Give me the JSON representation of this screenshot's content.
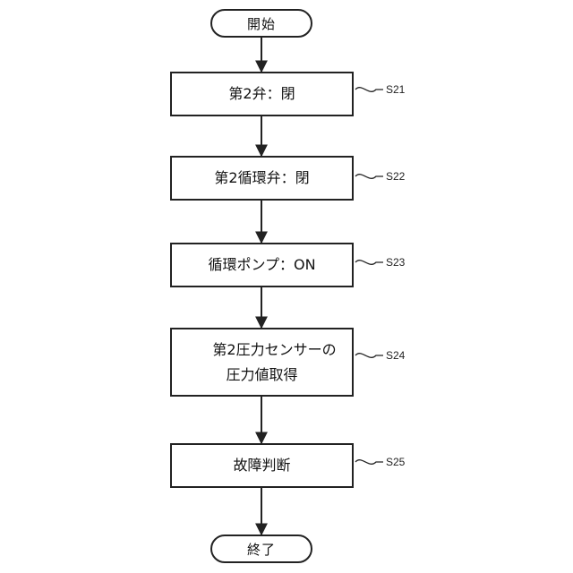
{
  "flowchart": {
    "start": "開始",
    "end": "終了",
    "steps": [
      {
        "id": "S21",
        "lines": [
          "第2弁：閉"
        ]
      },
      {
        "id": "S22",
        "lines": [
          "第2循環弁：閉"
        ]
      },
      {
        "id": "S23",
        "lines": [
          "循環ポンプ：ON"
        ]
      },
      {
        "id": "S24",
        "lines": [
          "第2圧力センサーの",
          "圧力値取得"
        ]
      },
      {
        "id": "S25",
        "lines": [
          "故障判断"
        ]
      }
    ]
  }
}
